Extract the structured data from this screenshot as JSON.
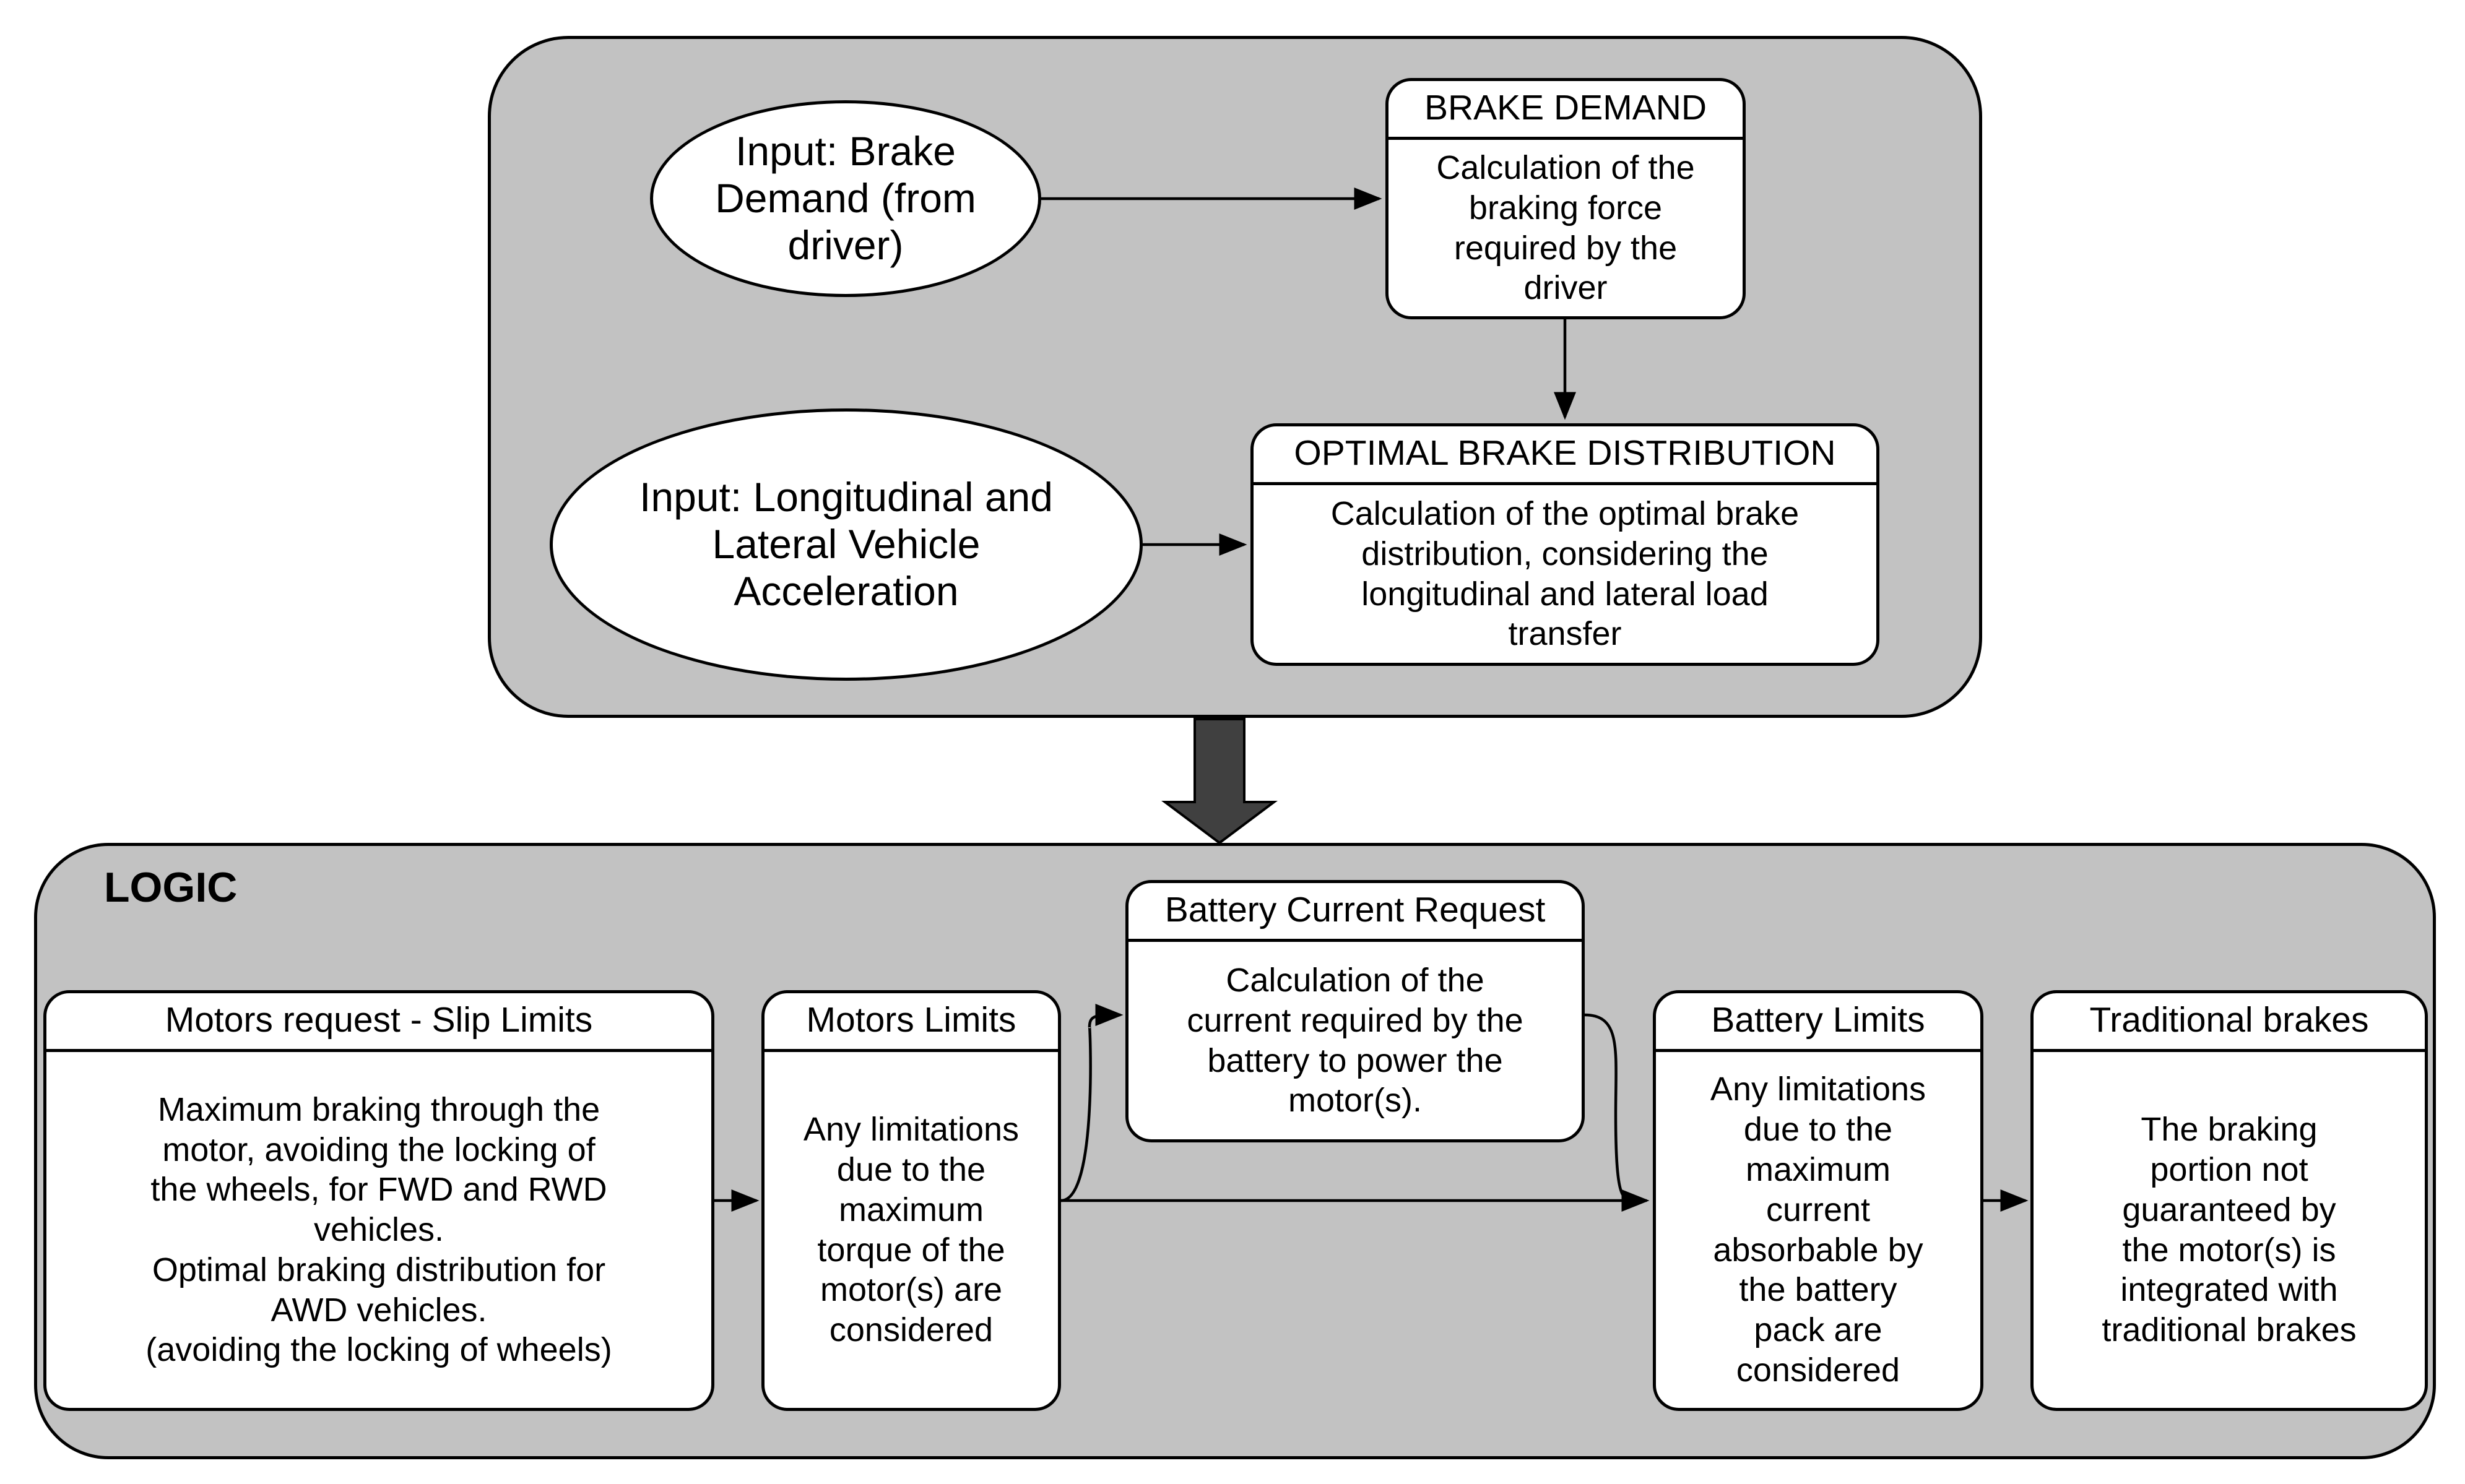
{
  "top": {
    "input_brake": "Input: Brake\nDemand (from\ndriver)",
    "input_accel": "Input: Longitudinal and\nLateral Vehicle\nAcceleration",
    "brake_demand": {
      "title": "BRAKE DEMAND",
      "body": "Calculation of the\nbraking force\nrequired by the\ndriver"
    },
    "optimal": {
      "title": "OPTIMAL BRAKE DISTRIBUTION",
      "body": "Calculation of the optimal brake\ndistribution, considering the\nlongitudinal and lateral load\ntransfer"
    }
  },
  "logic": {
    "title": "LOGIC",
    "motors_request": {
      "title": "Motors request - Slip Limits",
      "body": "Maximum braking through the\nmotor, avoiding the locking of\nthe wheels, for FWD and RWD\nvehicles.\nOptimal braking distribution for\nAWD vehicles.\n(avoiding the locking of wheels)"
    },
    "motors_limits": {
      "title": "Motors Limits",
      "body": "Any limitations\ndue to the\nmaximum\ntorque of the\nmotor(s) are\nconsidered"
    },
    "battery_request": {
      "title": "Battery Current Request",
      "body": "Calculation of the\ncurrent required by the\nbattery to power the\nmotor(s)."
    },
    "battery_limits": {
      "title": "Battery Limits",
      "body": "Any limitations\ndue to the\nmaximum\ncurrent\nabsorbable by\nthe battery\npack are\nconsidered"
    },
    "traditional": {
      "title": "Traditional brakes",
      "body": "The braking\nportion not\nguaranteed by\nthe motor(s) is\nintegrated with\ntraditional brakes"
    }
  }
}
